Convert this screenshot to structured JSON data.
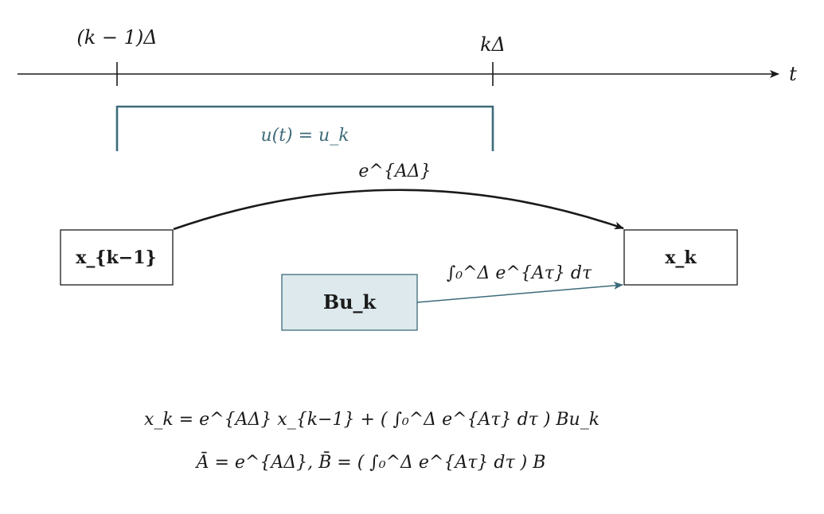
{
  "timeline": {
    "tick_left_label": "(k − 1)Δ",
    "tick_right_label": "kΔ",
    "axis_label": "t"
  },
  "input": {
    "label": "u(t) = u_k"
  },
  "transition": {
    "label": "e^{AΔ}"
  },
  "integral_path": {
    "label": "∫₀^Δ e^{Aτ} dτ"
  },
  "boxes": {
    "prev_state": "x_{k−1}",
    "next_state": "x_k",
    "input_term": "Bu_k"
  },
  "equations": {
    "line1": "x_k = e^{AΔ} x_{k−1} + ( ∫₀^Δ e^{Aτ} dτ ) Bu_k",
    "line2": "Ā = e^{AΔ},   B̄ = ( ∫₀^Δ e^{Aτ} dτ ) B"
  },
  "colors": {
    "line": "#1a1a1a",
    "teal": "#3d6b7a",
    "teal_fill": "#dde9ec"
  }
}
